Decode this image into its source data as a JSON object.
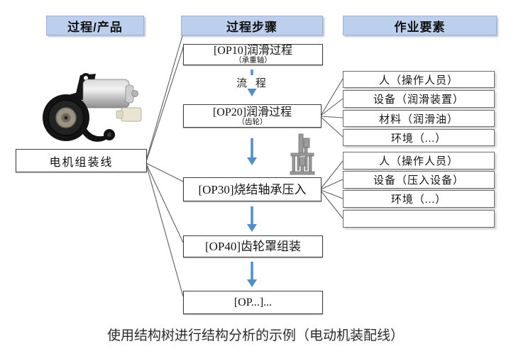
{
  "page": {
    "caption": "使用结构树进行结构分析的示例（电动机装配线）"
  },
  "colors": {
    "header_fill": "#bccfec",
    "box_border": "#3f3f3f",
    "connector_line": "#5f5f5f",
    "arrow_blue": "#4e8fcd"
  },
  "headers": [
    {
      "label": "过程/产品"
    },
    {
      "label": "过程步骤"
    },
    {
      "label": "作业要素"
    }
  ],
  "root": {
    "label": "电机组装线"
  },
  "flow_label": "流 程",
  "steps": [
    {
      "title": "[OP10]润滑过程",
      "subtitle": "（承重轴）"
    },
    {
      "title": "[OP20]润滑过程",
      "subtitle": "（齿轮）"
    },
    {
      "title": "[OP30]烧结轴承压入",
      "subtitle": ""
    },
    {
      "title": "[OP40]齿轮罩组装",
      "subtitle": ""
    },
    {
      "title": "[OP...]...",
      "subtitle": ""
    }
  ],
  "work_elements": {
    "op20_group": [
      "人（操作人员）",
      "设备（润滑装置）",
      "材料（润滑油）",
      "环境（...）"
    ],
    "op30_group": [
      "人（操作人员）",
      "设备（压入设备）",
      "环境（...）",
      ""
    ]
  },
  "images": {
    "motor": "electric-motor-photo",
    "press": "press-machine-drawing"
  }
}
